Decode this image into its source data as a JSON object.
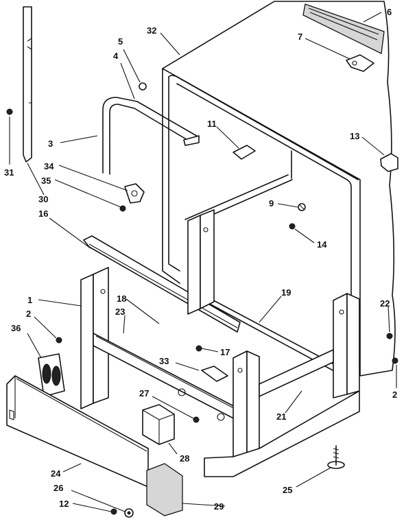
{
  "callouts": [
    {
      "id": "c1",
      "text": "1"
    },
    {
      "id": "c2a",
      "text": "2"
    },
    {
      "id": "c2b",
      "text": "2"
    },
    {
      "id": "c3",
      "text": "3"
    },
    {
      "id": "c4",
      "text": "4"
    },
    {
      "id": "c5",
      "text": "5"
    },
    {
      "id": "c6",
      "text": "6"
    },
    {
      "id": "c7",
      "text": "7"
    },
    {
      "id": "c9",
      "text": "9"
    },
    {
      "id": "c11",
      "text": "11"
    },
    {
      "id": "c12",
      "text": "12"
    },
    {
      "id": "c13",
      "text": "13"
    },
    {
      "id": "c14",
      "text": "14"
    },
    {
      "id": "c16",
      "text": "16"
    },
    {
      "id": "c17",
      "text": "17"
    },
    {
      "id": "c18",
      "text": "18"
    },
    {
      "id": "c19",
      "text": "19"
    },
    {
      "id": "c21",
      "text": "21"
    },
    {
      "id": "c22",
      "text": "22"
    },
    {
      "id": "c23",
      "text": "23"
    },
    {
      "id": "c24",
      "text": "24"
    },
    {
      "id": "c25",
      "text": "25"
    },
    {
      "id": "c26",
      "text": "26"
    },
    {
      "id": "c27",
      "text": "27"
    },
    {
      "id": "c28",
      "text": "28"
    },
    {
      "id": "c29",
      "text": "29"
    },
    {
      "id": "c30",
      "text": "30"
    },
    {
      "id": "c31",
      "text": "31"
    },
    {
      "id": "c32",
      "text": "32"
    },
    {
      "id": "c33",
      "text": "33"
    },
    {
      "id": "c34",
      "text": "34"
    },
    {
      "id": "c35",
      "text": "35"
    },
    {
      "id": "c36",
      "text": "36"
    }
  ]
}
